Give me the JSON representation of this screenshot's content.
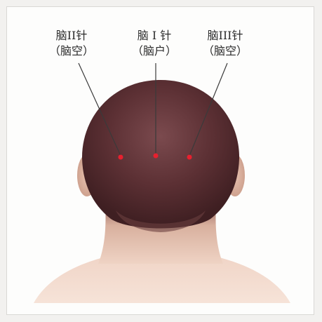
{
  "points": [
    {
      "id": "brain-needle-2",
      "name": "脑II针",
      "alias": "（脑空）"
    },
    {
      "id": "brain-needle-1",
      "name": "脑 I 针",
      "alias": "（脑户）"
    },
    {
      "id": "brain-needle-3",
      "name": "脑III针",
      "alias": "（脑空）"
    }
  ],
  "colors": {
    "hair": "#5a2f33",
    "skin": "#e6c3b0",
    "point": "#e8202e",
    "leader_line": "#3a3a3a"
  }
}
